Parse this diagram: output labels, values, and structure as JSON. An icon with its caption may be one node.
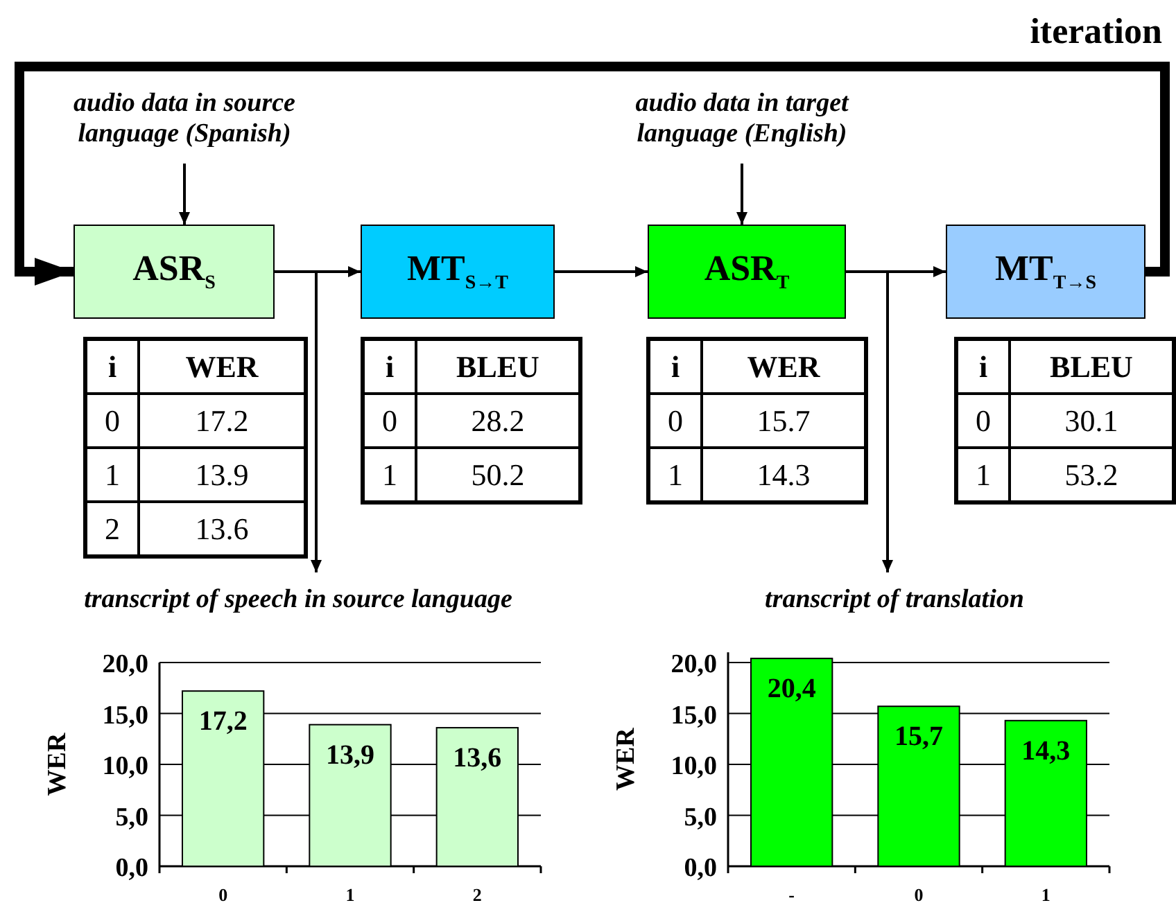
{
  "diagram": {
    "nodes": [
      {
        "text": [
          "audio data in source language (Spanish)"
        ]
      },
      {
        "text": [
          "audio data in target language (English)"
        ]
      },
      {
        "text": [
          "ASR$_{S}$"
        ]
      },
      {
        "text": [
          "MT$_{S→T}$"
        ]
      },
      {
        "text": [
          "ASR$_{T}$"
        ]
      },
      {
        "text": [
          "MT$_{T→S}$"
        ]
      },
      {
        "text": [
          "transcript of speech in source language"
        ]
      },
      {
        "text": [
          "transcript of translation"
        ]
      }
    ],
    "edges": [
      {
        "from": 0,
        "to": 2,
        "arrow": "to"
      },
      {
        "from": 2,
        "to": 3,
        "arrow": "to"
      },
      {
        "from": 3,
        "to": 4,
        "arrow": "to"
      },
      {
        "from": 4,
        "to": 5,
        "arrow": "to"
      },
      {
        "from": 5,
        "to": 2,
        "arrow": "to",
        "style": "thick",
        "label": "iteration"
      },
      {
        "from": 2,
        "to": 6,
        "arrow": "to"
      },
      {
        "from": 1,
        "to": 4,
        "arrow": "to"
      },
      {
        "from": 4,
        "to": 7,
        "arrow": "to"
      }
    ],
    "labels": [
      "i",
      "WER",
      "0",
      "17.2",
      "1",
      "13.9",
      "2",
      "13.6",
      "i",
      "BLEU",
      "0",
      "28.2",
      "1",
      "50.2",
      "i",
      "WER",
      "0",
      "15.7",
      "1",
      "14.3",
      "i",
      "BLEU",
      "0",
      "30.1",
      "1",
      "53.2"
    ],
    "chart_data": [
      {
        "type": "bar",
        "ylabel": "WER",
        "categories": [
          "0",
          "1",
          "2"
        ],
        "series": [
          {
            "color": "#ccffcc",
            "values": [
              17.2,
              13.9,
              13.6
            ]
          }
        ],
        "ylim": [
          0,
          20
        ],
        "grid": true,
        "yticks": [
          {
            "value": 0,
            "label": "0,0"
          },
          {
            "value": 5,
            "label": "5,0"
          },
          {
            "value": 10,
            "label": "10,0"
          },
          {
            "value": 15,
            "label": "15,0"
          },
          {
            "value": 20,
            "label": "20,0"
          }
        ],
        "value_labels": [
          "17,2",
          "13,9",
          "13,6"
        ]
      },
      {
        "type": "bar",
        "ylabel": "WER",
        "categories": [
          "-",
          "0",
          "1"
        ],
        "series": [
          {
            "color": "#00ff00",
            "values": [
              20.4,
              15.7,
              14.3
            ]
          }
        ],
        "ylim": [
          0,
          21
        ],
        "grid": true,
        "yticks": [
          {
            "value": 0,
            "label": "0,0"
          },
          {
            "value": 5,
            "label": "5,0"
          },
          {
            "value": 10,
            "label": "10,0"
          },
          {
            "value": 15,
            "label": "15,0"
          },
          {
            "value": 20,
            "label": "20,0"
          }
        ],
        "value_labels": [
          "20,4",
          "15,7",
          "14,3"
        ]
      }
    ]
  }
}
